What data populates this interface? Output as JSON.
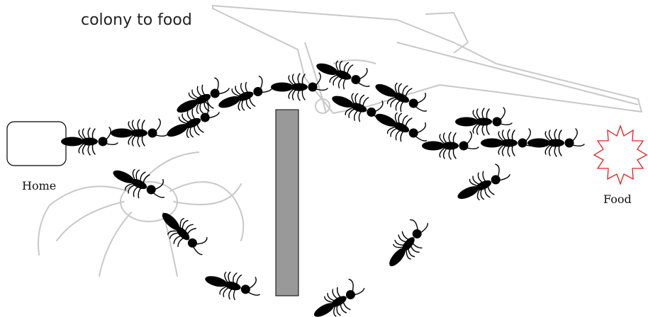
{
  "diagram": {
    "title_fragment": "colony to food",
    "home_label": "Home",
    "food_label": "Food"
  },
  "colors": {
    "ant": "#000000",
    "wall": "#999999",
    "food_star": "#e02020",
    "background_sketch": "#c8c8c8"
  },
  "icons": [
    "ant-icon",
    "food-star-icon",
    "home-box-icon",
    "airplane-sketch",
    "spider-sketch"
  ]
}
